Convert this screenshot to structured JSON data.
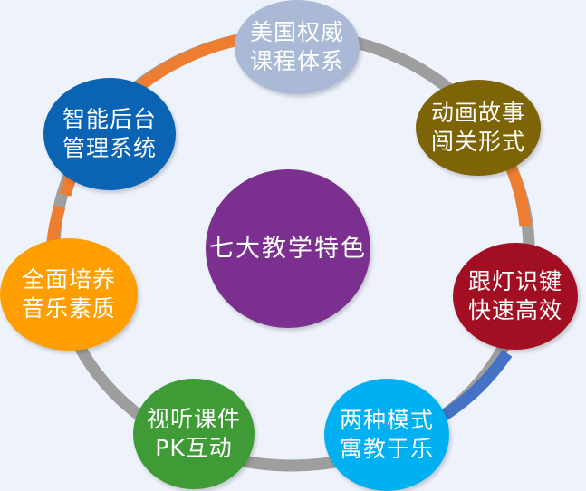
{
  "diagram": {
    "center": {
      "label": "七大教学特色",
      "color": "#7b2f8f"
    },
    "features": [
      {
        "line1": "美国权威",
        "line2": "课程体系",
        "color": "#a9b9d6"
      },
      {
        "line1": "动画故事",
        "line2": "闯关形式",
        "color": "#7d6406"
      },
      {
        "line1": "跟灯识键",
        "line2": "快速高效",
        "color": "#a30f22"
      },
      {
        "line1": "两种模式",
        "line2": "寓教于乐",
        "color": "#00b0f0"
      },
      {
        "line1": "视听课件",
        "line2": "PK互动",
        "color": "#3e9b35"
      },
      {
        "line1": "全面培养",
        "line2": "音乐素质",
        "color": "#ff9e00"
      },
      {
        "line1": "智能后台",
        "line2": "管理系统",
        "color": "#0a63b3"
      }
    ],
    "ring_colors": {
      "gray": "#9e9e9e",
      "orange": "#ed7d31",
      "blue": "#4472c4"
    }
  }
}
